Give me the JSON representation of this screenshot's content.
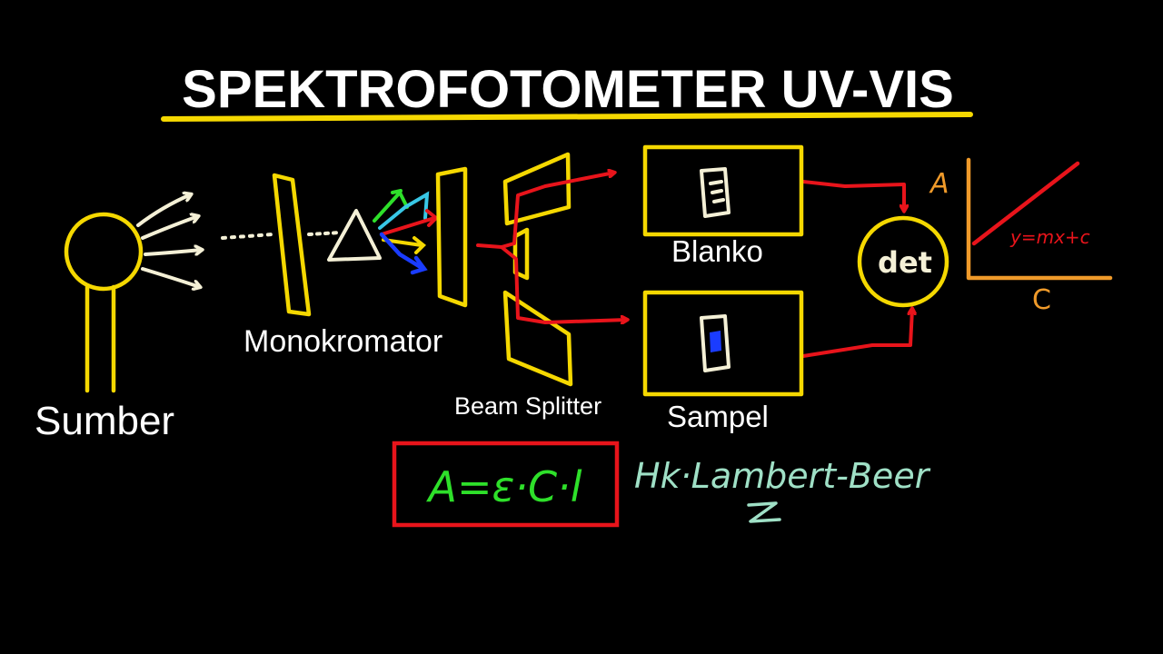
{
  "title": "SPEKTROFOTOMETER UV-VIS",
  "labels": {
    "source": "Sumber",
    "monochromator": "Monokromator",
    "beam_splitter": "Beam Splitter",
    "blank": "Blanko",
    "sample": "Sampel",
    "detector": "det"
  },
  "graph": {
    "y_axis_label": "A",
    "x_axis_label": "C",
    "equation": "y=mx+c"
  },
  "formula": {
    "equation": "A=ε·C·l",
    "law_name": "Hk·Lambert-Beer"
  },
  "colors": {
    "background": "#000000",
    "component_outline": "#f5d800",
    "light_beam": "#e8141b",
    "chalk_white": "#f4f0d6",
    "formula_green": "#2ee02a",
    "law_teal": "#9fe0c6",
    "graph_orange": "#ef9a2a",
    "formula_box": "#e8141b"
  }
}
